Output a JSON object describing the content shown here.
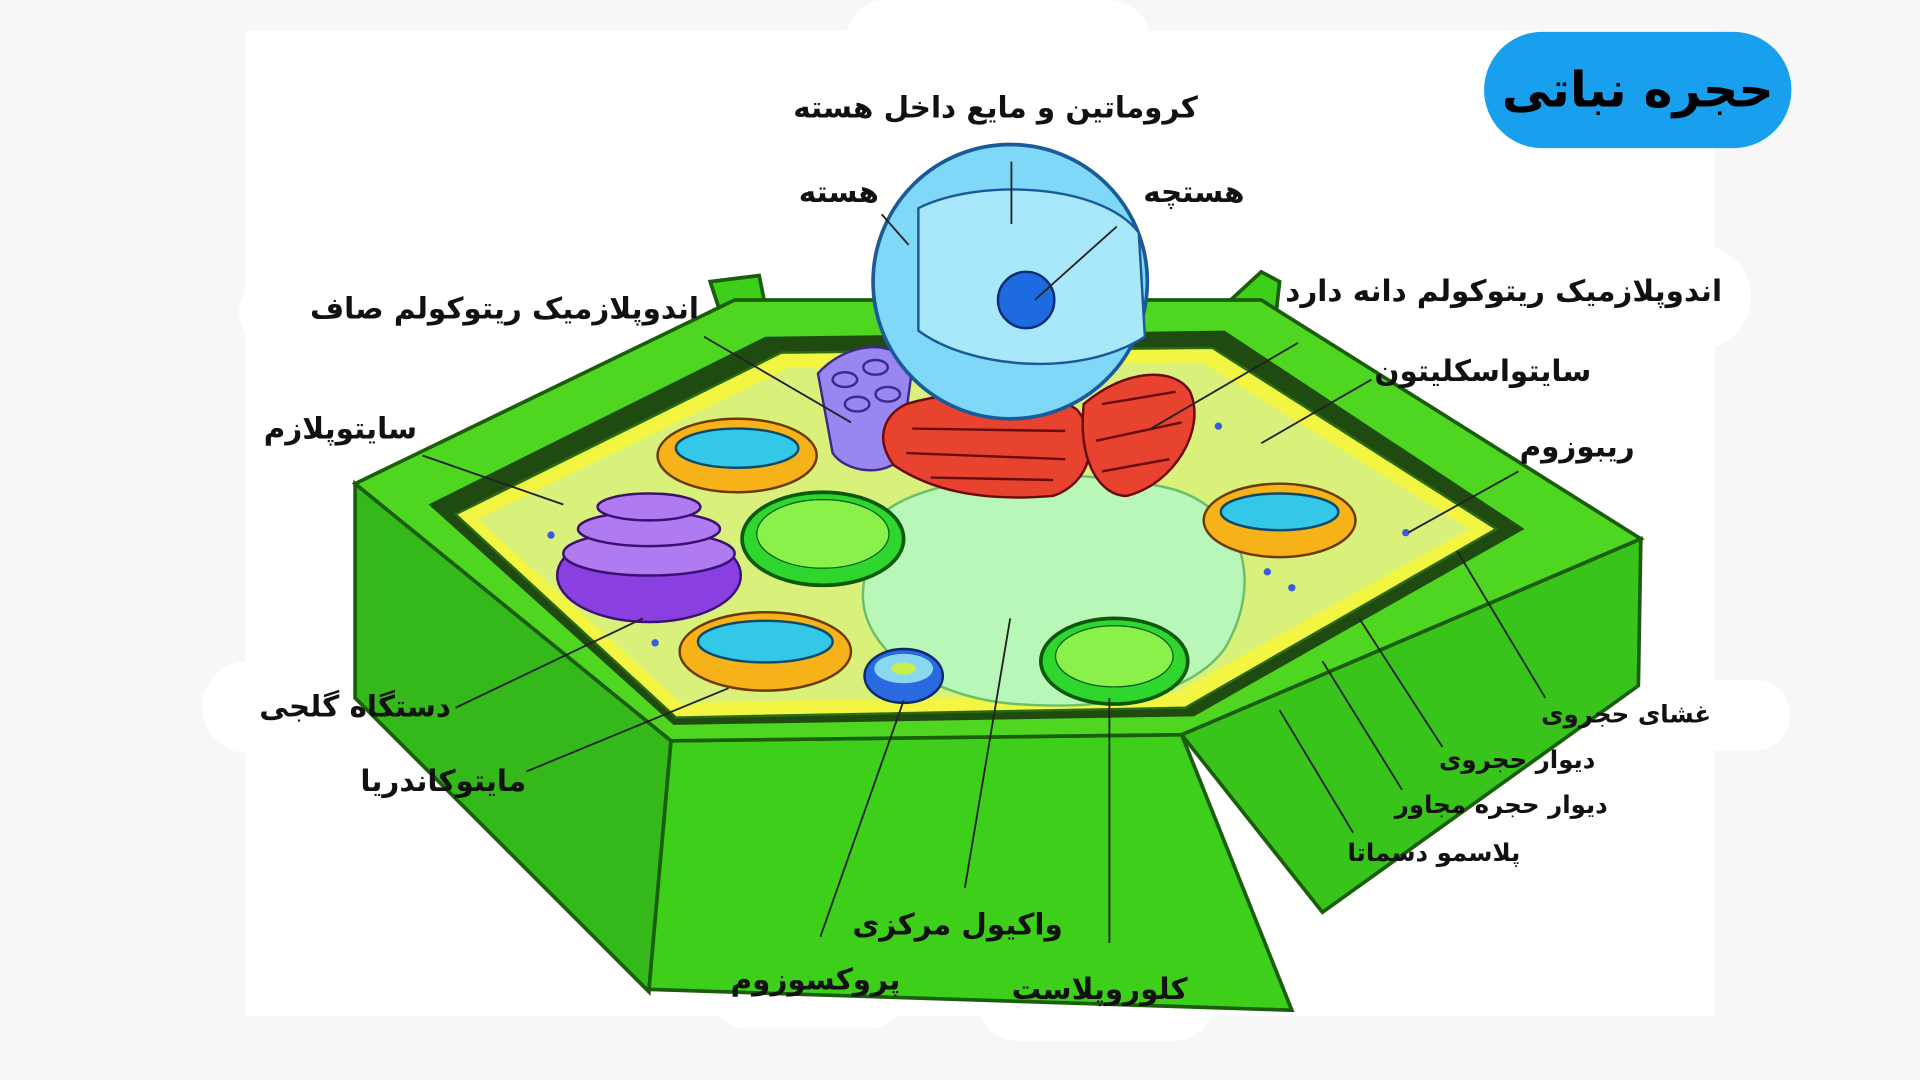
{
  "title": "حجره نباتی",
  "colors": {
    "badge": "#18a0ef",
    "wall": "#3ecf1a",
    "cytoplasm": "#d9f07a",
    "nucleus": "#7fd8f7",
    "er": "#e8432e",
    "golgi": "#9b59e8",
    "vacuole": "#b8f7b8"
  },
  "labels": {
    "chromatin": "کروماتین و مایع داخل هسته",
    "nucleus": "هسته",
    "nucleolus": "هستچه",
    "rough_er": "اندوپلازمیک ریتوکولم دانه دارد",
    "smooth_er": "اندوپلازمیک ریتوکولم صاف",
    "cytoskeleton": "سایتواسکلیتون",
    "cytoplasm": "سایتوپلازم",
    "ribosome": "ریبوزوم",
    "cell_membrane": "غشای حجروی",
    "cell_wall": "دیوار حجروی",
    "adjacent_wall": "دیوار حجره مجاور",
    "plasmodesmata": "پلاسمو دسماتا",
    "golgi": "دستگاه گلجی",
    "mitochondria": "مایتوکاندریا",
    "vacuole": "واکیول مرکزی",
    "peroxisome": "پروکسوزوم",
    "chloroplast": "کلوروپلاست"
  }
}
